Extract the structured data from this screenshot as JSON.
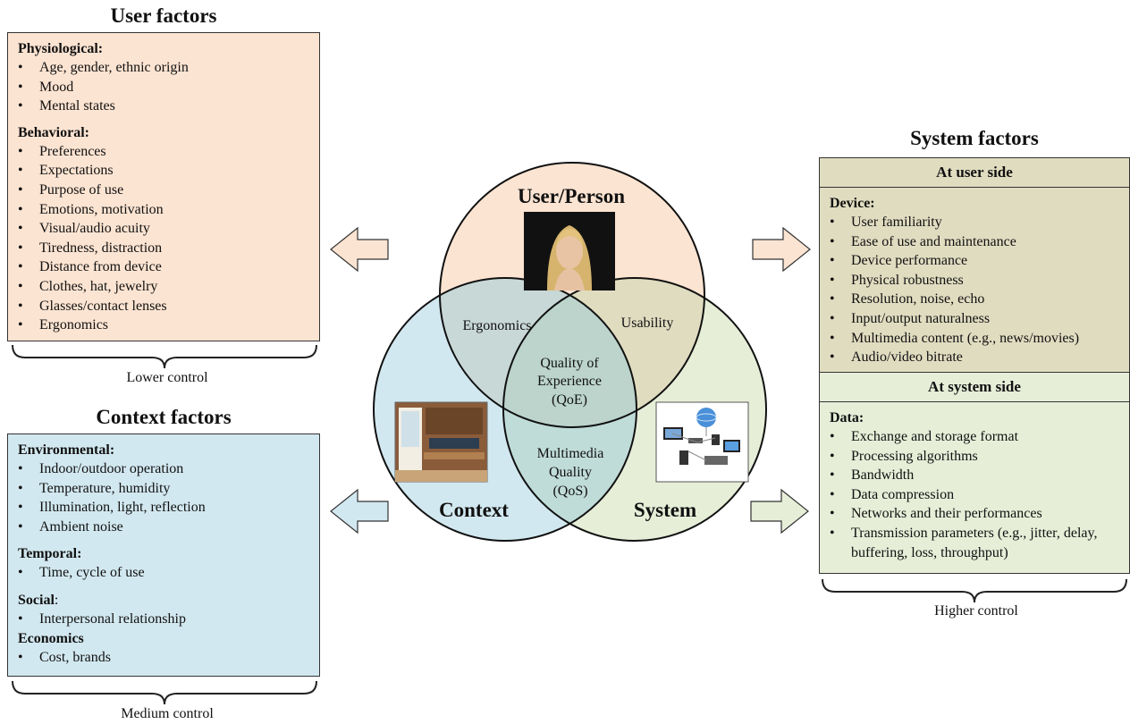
{
  "user_factors": {
    "title": "User factors",
    "physiological": {
      "heading": "Physiological:",
      "items": [
        "Age, gender, ethnic origin",
        "Mood",
        "Mental states"
      ]
    },
    "behavioral": {
      "heading": "Behavioral:",
      "items": [
        "Preferences",
        "Expectations",
        "Purpose of use",
        "Emotions, motivation",
        "Visual/audio acuity",
        "Tiredness, distraction",
        "Distance from device",
        "Clothes, hat, jewelry",
        "Glasses/contact lenses",
        "Ergonomics"
      ]
    },
    "control": "Lower control"
  },
  "context_factors": {
    "title": "Context factors",
    "environmental": {
      "heading": "Environmental:",
      "items": [
        "Indoor/outdoor operation",
        "Temperature, humidity",
        "Illumination, light, reflection",
        "Ambient noise"
      ]
    },
    "temporal": {
      "heading": "Temporal:",
      "items": [
        "Time, cycle of use"
      ]
    },
    "social": {
      "heading": "Social",
      "colon": ":",
      "items": [
        "Interpersonal relationship"
      ]
    },
    "economics": {
      "heading": "Economics",
      "items": [
        "Cost, brands"
      ]
    },
    "control": "Medium control"
  },
  "system_factors": {
    "title": "System factors",
    "user_side": {
      "header": "At user side",
      "heading": "Device:",
      "items": [
        "User familiarity",
        "Ease of use and maintenance",
        "Device performance",
        "Physical robustness",
        "Resolution, noise, echo",
        "Input/output naturalness",
        "Multimedia content (e.g., news/movies)",
        "Audio/video bitrate"
      ]
    },
    "system_side": {
      "header": "At system side",
      "heading": "Data:",
      "items": [
        "Exchange and storage format",
        "Processing algorithms",
        "Bandwidth",
        "Data compression",
        "Networks and their performances",
        "Transmission parameters (e.g., jitter, delay, buffering, loss, throughput)"
      ]
    },
    "control": "Higher control"
  },
  "venn": {
    "user": "User/Person",
    "context": "Context",
    "system": "System",
    "ergonomics": "Ergonomics",
    "usability": "Usability",
    "qoe": [
      "Quality of",
      "Experience",
      "(QoE)"
    ],
    "qos": [
      "Multimedia",
      "Quality",
      "(QoS)"
    ]
  },
  "colors": {
    "user": "#fce4d2",
    "context": "#d2e8f0",
    "system_user_side": "#e0dcc0",
    "system_side": "#e6eed8"
  }
}
